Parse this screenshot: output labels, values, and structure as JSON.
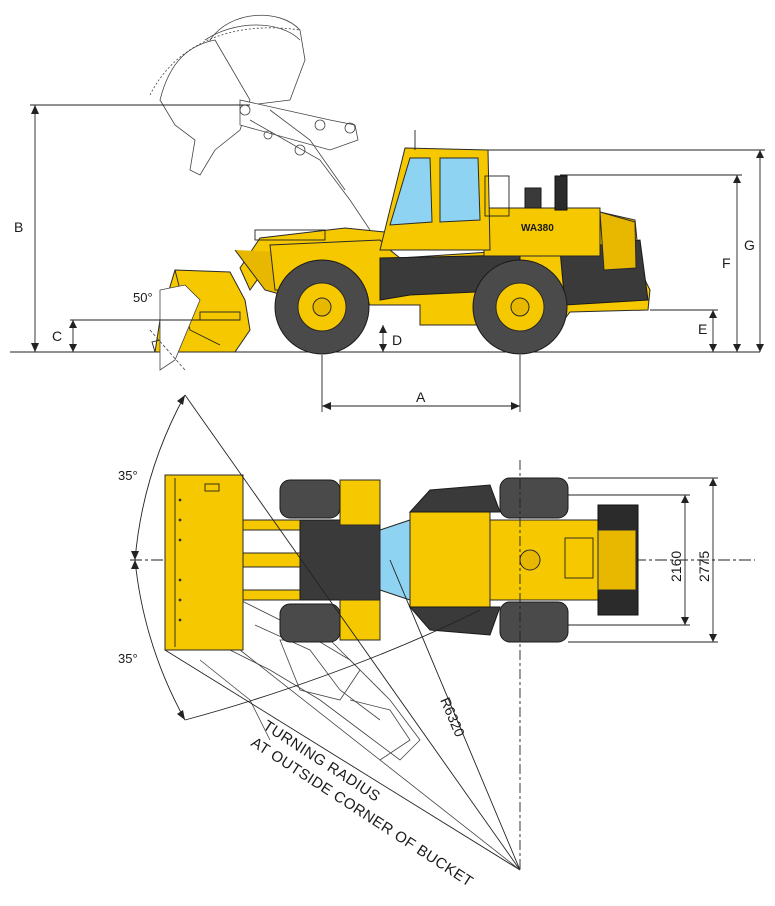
{
  "colors": {
    "machine_yellow": "#f5c800",
    "machine_dark": "#3a3a3a",
    "tire": "#4a4a4a",
    "glass": "#8fd3f2",
    "lines": "#222222"
  },
  "side_view": {
    "model_badge": "WA380",
    "dimension_labels": {
      "a": "A",
      "b": "B",
      "c": "C",
      "d": "D",
      "e": "E",
      "f": "F",
      "g": "G"
    },
    "dump_angle": "50°"
  },
  "top_view": {
    "angle_upper": "35°",
    "angle_lower": "35°",
    "width_tread": "2160",
    "width_overall": "2775",
    "radius_label": "R6320",
    "turning_radius_line1": "TURNING RADIUS",
    "turning_radius_line2": "AT OUTSIDE CORNER OF BUCKET"
  }
}
